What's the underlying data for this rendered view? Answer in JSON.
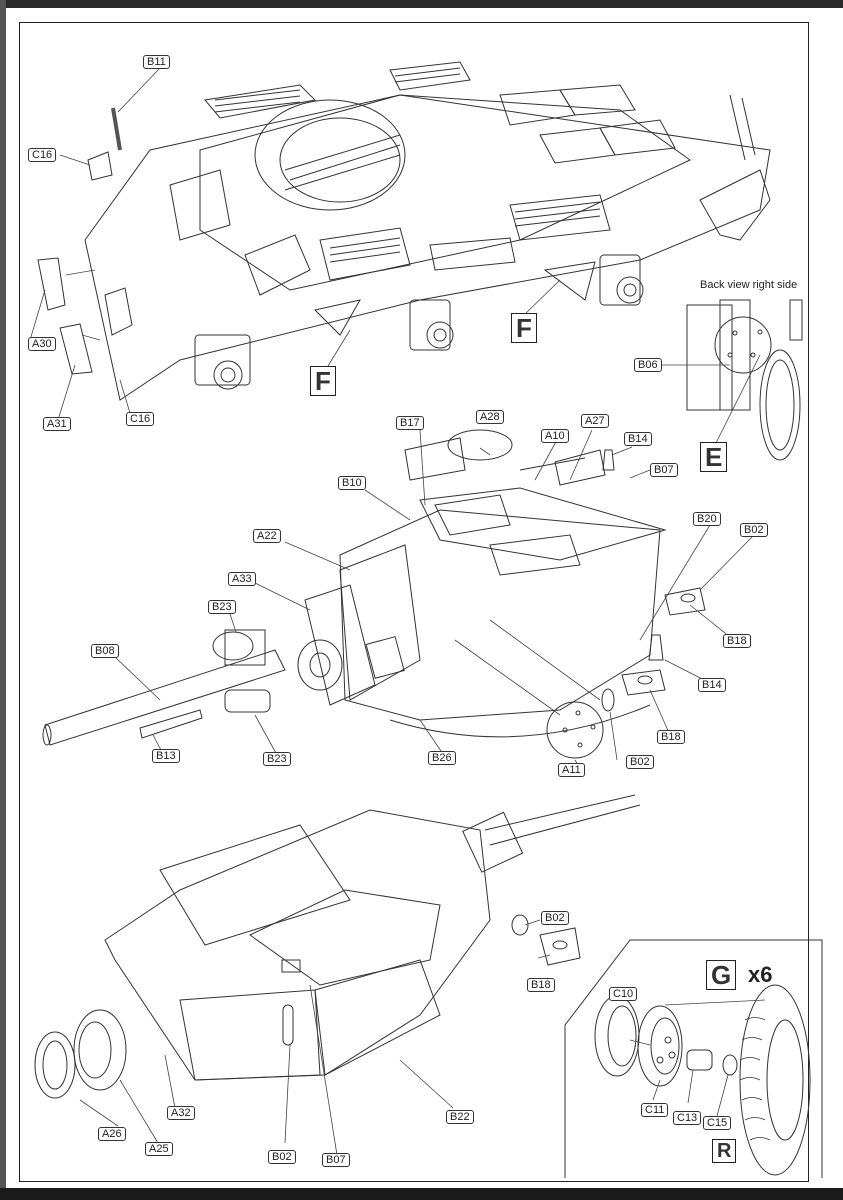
{
  "page": {
    "type": "assembly-instructions",
    "ink_color": "#222222",
    "paper_color": "#ffffff"
  },
  "callouts": {
    "B11": "B11",
    "C16_top": "C16",
    "C16_bottom": "C16",
    "A30": "A30",
    "A31": "A31",
    "B06": "B06",
    "B17": "B17",
    "A28": "A28",
    "A10": "A10",
    "A27": "A27",
    "B14_top": "B14",
    "B07_top": "B07",
    "B10": "B10",
    "B20": "B20",
    "B02_right": "B02",
    "A22": "A22",
    "A33": "A33",
    "B23_top": "B23",
    "B08": "B08",
    "B18_right": "B18",
    "B14_right": "B14",
    "B13": "B13",
    "B23_bottom": "B23",
    "B26": "B26",
    "A11": "A11",
    "B02_mid": "B02",
    "B18_mid": "B18",
    "B02_lower": "B02",
    "B18_lower": "B18",
    "A32": "A32",
    "B22": "B22",
    "A26": "A26",
    "A25": "A25",
    "B02_bottom": "B02",
    "B07_bottom": "B07",
    "C10": "C10",
    "C11": "C11",
    "C13": "C13",
    "C15": "C15"
  },
  "sub_assemblies": {
    "F_left": "F",
    "F_right": "F",
    "E": "E",
    "G": "G",
    "R": "R"
  },
  "captions": {
    "back_view": "Back view right side",
    "wheel_multiplier": "x6"
  }
}
